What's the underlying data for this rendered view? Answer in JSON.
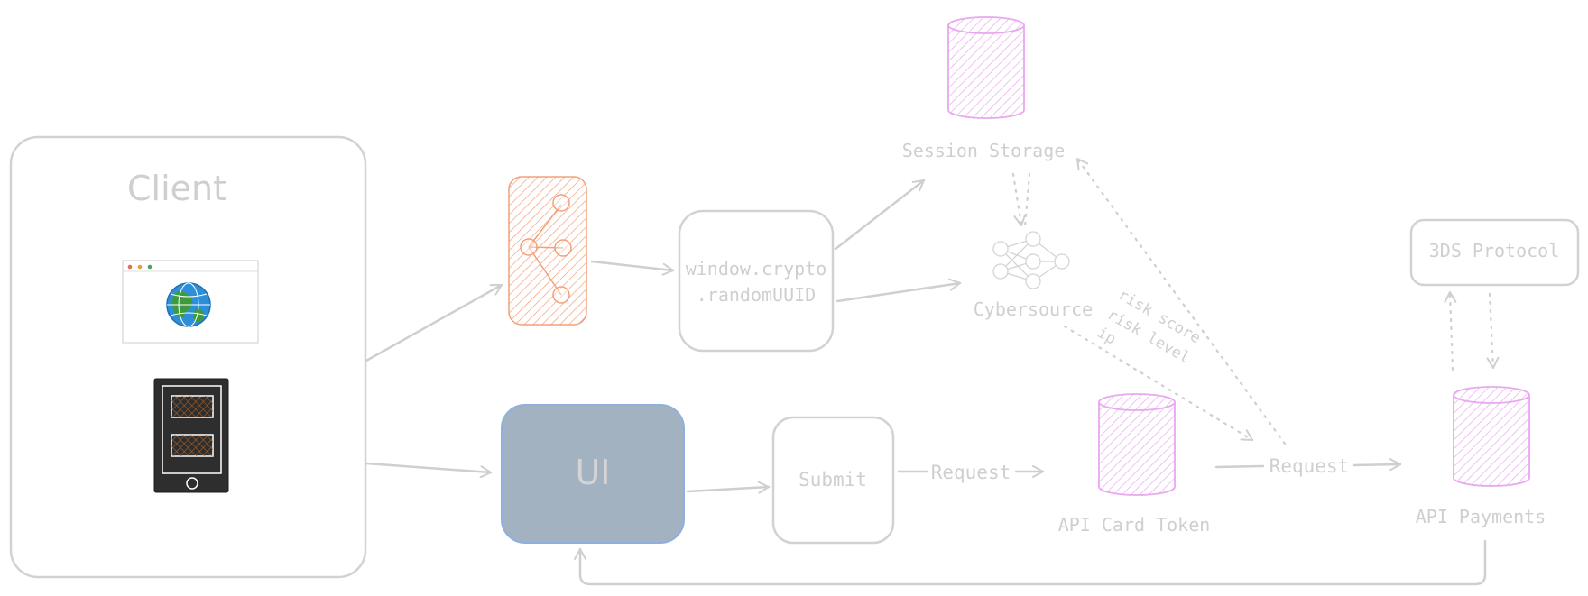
{
  "client": {
    "title": "Client"
  },
  "crypto_box": {
    "line1": "window.crypto",
    "line2": ".randomUUID"
  },
  "session_storage": {
    "label": "Session Storage"
  },
  "cybersource": {
    "label": "Cybersource"
  },
  "risk_labels": {
    "score": "risk score",
    "level": "risk level",
    "ip": "ip"
  },
  "ui_box": {
    "label": "UI"
  },
  "submit_box": {
    "label": "Submit"
  },
  "request_1": {
    "label": "Request"
  },
  "api_card_token": {
    "label": "API Card Token"
  },
  "request_2": {
    "label": "Request"
  },
  "api_payments": {
    "label": "API Payments"
  },
  "three_ds": {
    "label": "3DS Protocol"
  },
  "colors": {
    "stroke": "#cfcfcf",
    "ui_fill": "#a2b2c1",
    "ui_border": "#8fb0dd",
    "orange": "#f2a07a",
    "pink": "#e9a8f0"
  }
}
